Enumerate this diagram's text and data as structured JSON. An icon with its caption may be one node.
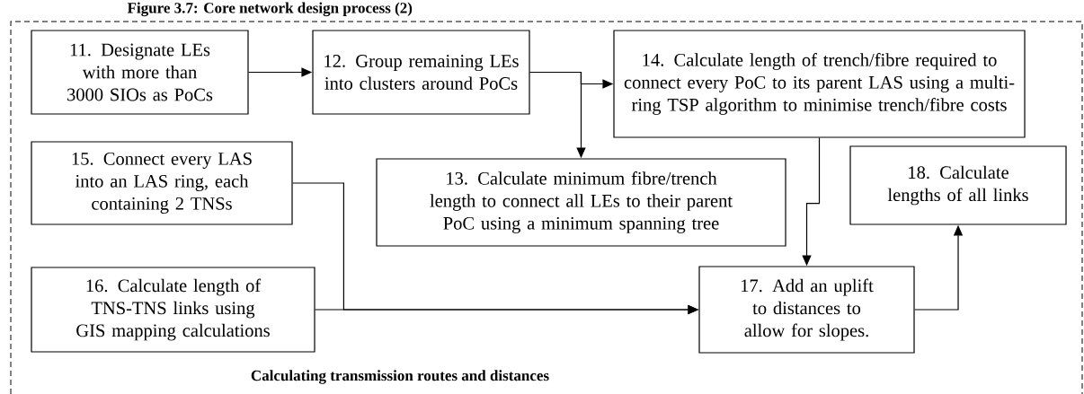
{
  "diagram": {
    "title": "Figure 3.7: Core network design process (2)",
    "caption": "Calculating transmission routes and distances",
    "nodes": [
      {
        "text": [
          "11. Designate LEs with more than 3000 SIOs as PoCs"
        ]
      },
      {
        "text": [
          "12. Group remaining LEs into clusters around PoCs"
        ]
      },
      {
        "text": [
          "14. Calculate length of trench/fibre required to connect every PoC to its parent LAS using a multi-ring TSP algorithm to minimise trench/fibre costs"
        ]
      },
      {
        "text": [
          "15. Connect every LAS into an LAS ring, each containing 2 TNSs"
        ]
      },
      {
        "text": [
          "13. Calculate minimum fibre/trench length to connect all LEs to their parent PoC using a minimum spanning tree"
        ]
      },
      {
        "text": [
          "18. Calculate lengths of all links"
        ]
      },
      {
        "text": [
          "16. Calculate length of TNS-TNS links using GIS mapping calculations"
        ]
      },
      {
        "text": [
          "17. Add an uplift to distances to allow for slopes."
        ]
      }
    ],
    "edges": [
      {
        "from": 0,
        "to": 1,
        "arrow": "to"
      },
      {
        "from": 1,
        "to": 2,
        "arrow": "to"
      },
      {
        "from": 1,
        "to": 4,
        "arrow": "to"
      },
      {
        "from": 3,
        "to": 7,
        "arrow": "to"
      },
      {
        "from": 6,
        "to": 7,
        "arrow": "to"
      },
      {
        "from": 2,
        "to": 7,
        "arrow": "to"
      },
      {
        "from": 7,
        "to": 5,
        "arrow": "to"
      }
    ]
  }
}
